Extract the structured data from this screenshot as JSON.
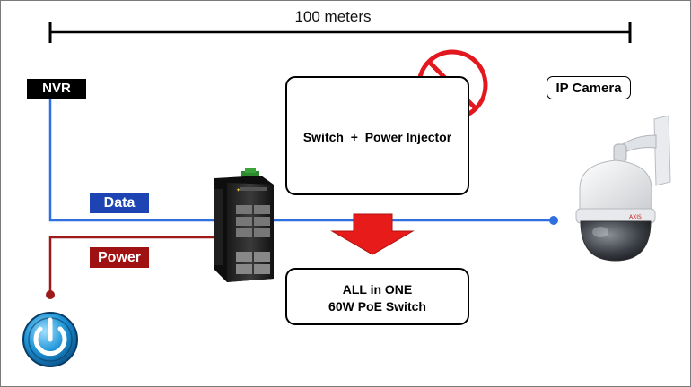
{
  "distance_label": "100 meters",
  "nodes": {
    "nvr": "NVR",
    "ip_camera": "IP Camera"
  },
  "links": {
    "data": "Data",
    "power": "Power"
  },
  "old_setup": {
    "label_switch": "Switch",
    "label_plus": "+",
    "label_injector": "Power Injector",
    "status": "crossed-out"
  },
  "new_setup": {
    "line1": "ALL in ONE",
    "line2": "60W PoE Switch"
  },
  "colors": {
    "data_line": "#2f6fe0",
    "power_line": "#9c1a1a",
    "prohibit_red": "#e3171e",
    "arrow_red": "#e81b1b",
    "data_tag": "#1e44b4",
    "power_tag": "#a01212"
  },
  "icons": [
    "power-button-icon",
    "poe-switch-icon",
    "ip-camera-icon",
    "rack-switch-icon",
    "power-injector-icon",
    "prohibited-icon",
    "down-arrow-icon"
  ]
}
